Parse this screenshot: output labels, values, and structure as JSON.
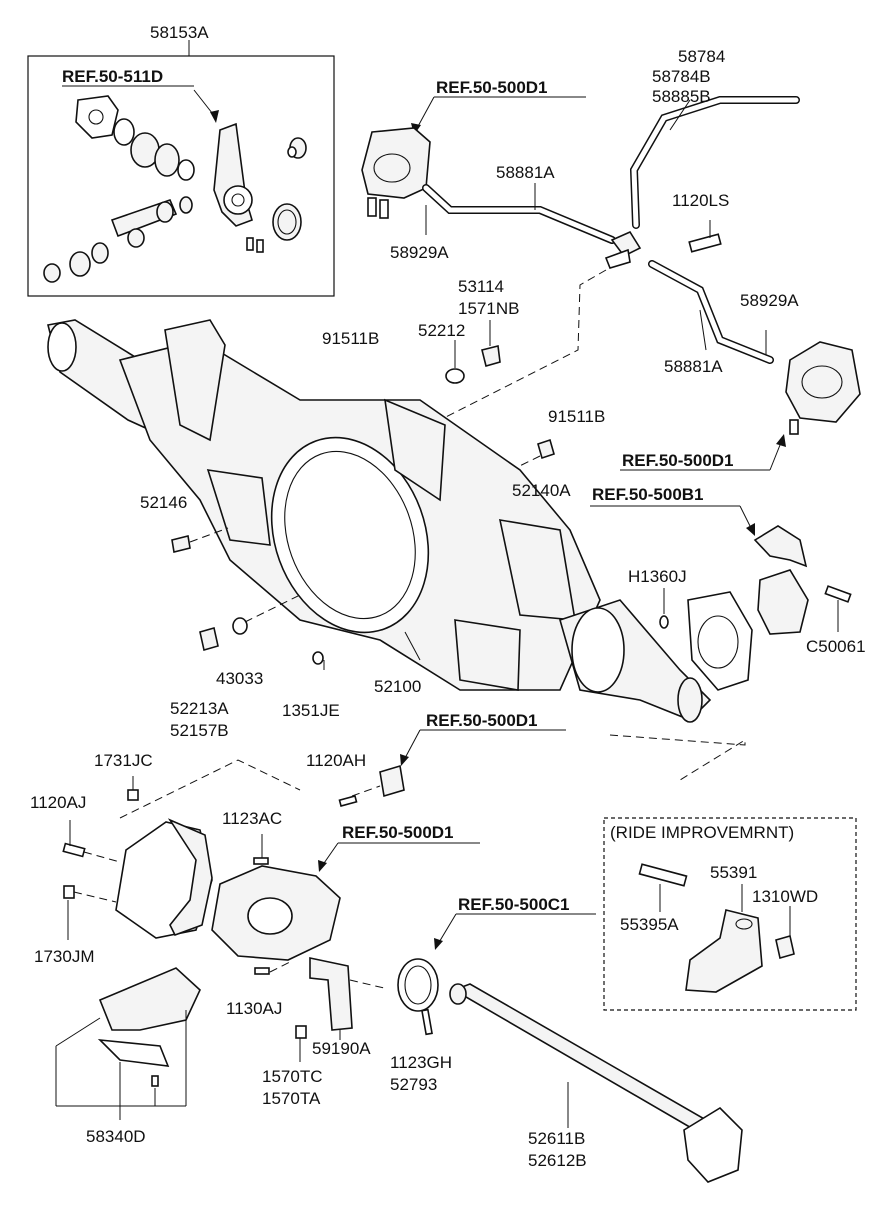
{
  "labels": {
    "p58153A": "58153A",
    "ref_511D": "REF.50-511D",
    "ref_500D1_top": "REF.50-500D1",
    "p58784": "58784",
    "p58784B": "58784B",
    "p58885B": "58885B",
    "p58881A_a": "58881A",
    "p1120LS": "1120LS",
    "p58929A_a": "58929A",
    "p53114": "53114",
    "p1571NB": "1571NB",
    "p52212": "52212",
    "p91511B_a": "91511B",
    "p58929A_b": "58929A",
    "p58881A_b": "58881A",
    "p91511B_b": "91511B",
    "ref_500D1_right": "REF.50-500D1",
    "p52140A": "52140A",
    "ref_500B1": "REF.50-500B1",
    "p52146": "52146",
    "pH1360J": "H1360J",
    "pC50061": "C50061",
    "p43033": "43033",
    "p52213A": "52213A",
    "p52157B": "52157B",
    "p1351JE": "1351JE",
    "p52100": "52100",
    "ref_500D1_mid": "REF.50-500D1",
    "p1120AH": "1120AH",
    "p1731JC": "1731JC",
    "p1120AJ": "1120AJ",
    "p1123AC": "1123AC",
    "ref_500D1_low": "REF.50-500D1",
    "ride_title": "(RIDE IMPROVEMRNT)",
    "p55391": "55391",
    "p1310WD": "1310WD",
    "p55395A": "55395A",
    "ref_500C1": "REF.50-500C1",
    "p1730JM": "1730JM",
    "p1130AJ": "1130AJ",
    "p59190A": "59190A",
    "p1570TC": "1570TC",
    "p1570TA": "1570TA",
    "p1123GH": "1123GH",
    "p52793": "52793",
    "p58340D": "58340D",
    "p52611B": "52611B",
    "p52612B": "52612B"
  }
}
